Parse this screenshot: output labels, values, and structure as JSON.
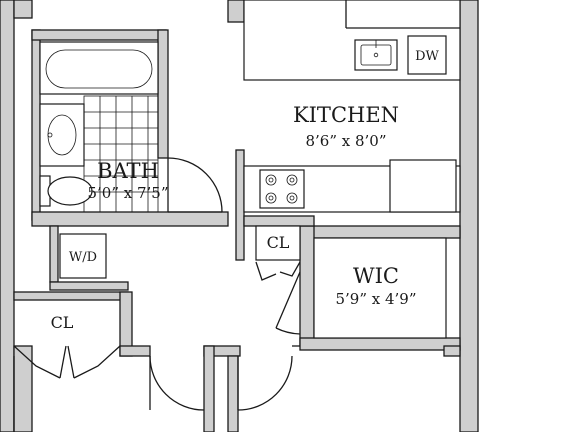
{
  "rooms": {
    "kitchen": {
      "name": "KITCHEN",
      "dimensions": "8’6” x 8’0”"
    },
    "bath": {
      "name": "BATH",
      "dimensions": "5’0” x 7’5”"
    },
    "wic": {
      "name": "WIC",
      "dimensions": "5’9” x 4’9”"
    }
  },
  "fixtures": {
    "dishwasher": "DW",
    "washer_dryer": "W/D",
    "closet_small": "CL",
    "closet_left": "CL"
  }
}
